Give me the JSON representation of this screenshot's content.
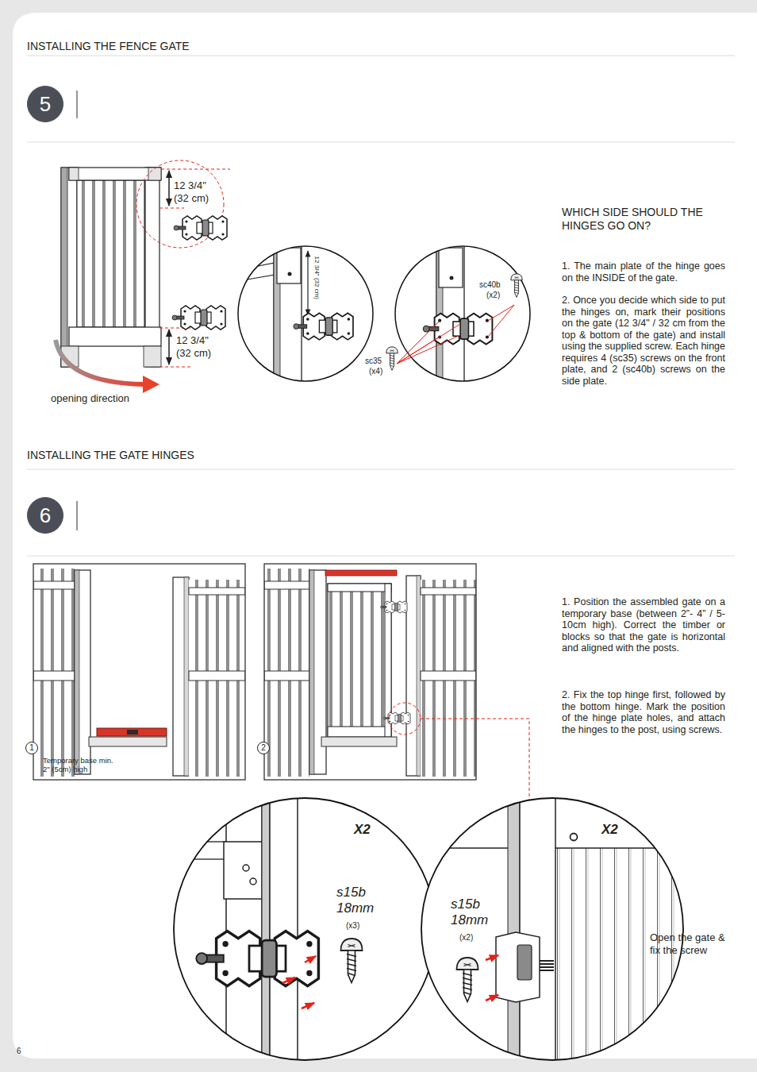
{
  "diagram": {
    "title": "INSTALLING THE FENCE GATE",
    "nodes": [
      {
        "text": [
          "5"
        ]
      },
      {
        "text": [
          "6"
        ]
      },
      {
        "text": [
          "1"
        ]
      },
      {
        "text": [
          "2"
        ]
      }
    ],
    "labels": [
      "12 3/4\" (32 cm)",
      "12 3/4\" (32 cm)",
      "sc40b",
      "(x2)",
      "sc35",
      "(x4)",
      "12 3/4\" (32 cm)",
      "opening direction",
      "WHICH SIDE SHOULD THE HINGES GO ON?",
      "1. The main plate of the hinge goes on the INSIDE of the gate.",
      "2. Once you decide which side to put the hinges on, mark their positions on the gate (12 3/4\" / 32 cm from the top & bottom of the gate) and install using the supplied screw. Each hinge requires 4 (sc35) screws on the front plate, and 2 (sc40b) screws on the side plate.",
      "INSTALLING THE GATE HINGES",
      "Temporary base min. 2\" (5cm) high",
      "1. Position the assembled gate on a temporary base (between 2”- 4” / 5-10cm high). Correct the timber or blocks so that the gate is horizontal and aligned with the posts.",
      "2. Fix the top hinge first, followed by the bottom hinge. Mark the position of the hinge plate holes, and attach the hinges to the post, using screws.",
      "X2",
      "s15b 18mm",
      "(x3)",
      "X2",
      "s15b 18mm",
      "(x2)",
      "Open the gate & fix the screw",
      "6"
    ]
  }
}
